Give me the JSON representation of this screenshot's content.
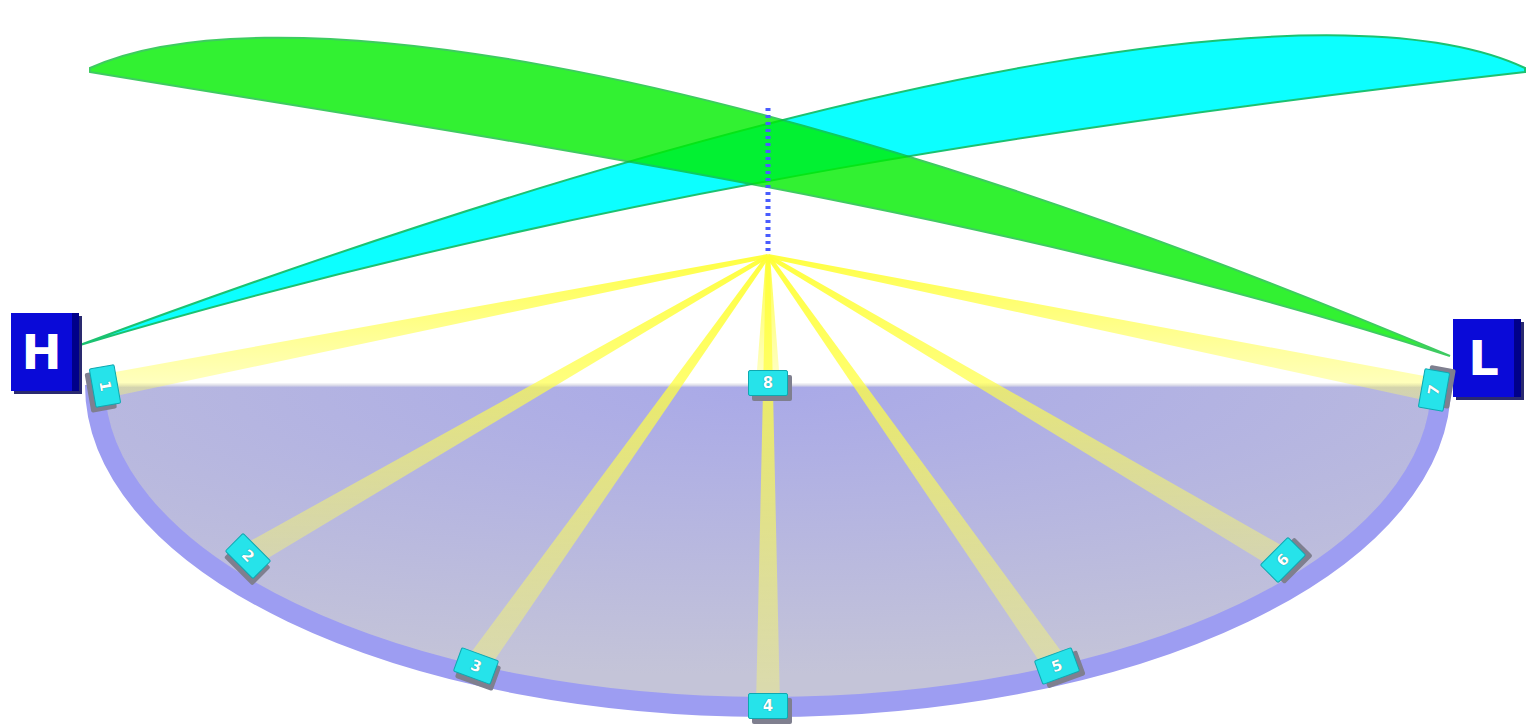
{
  "diagram": {
    "nodes": [
      {
        "text": [
          "H"
        ]
      },
      {
        "text": [
          "L"
        ]
      },
      {
        "text": [
          "1"
        ]
      },
      {
        "text": [
          "2"
        ]
      },
      {
        "text": [
          "3"
        ]
      },
      {
        "text": [
          "4"
        ]
      },
      {
        "text": [
          "5"
        ]
      },
      {
        "text": [
          "6"
        ]
      },
      {
        "text": [
          "7"
        ]
      },
      {
        "text": [
          "8"
        ]
      }
    ]
  }
}
